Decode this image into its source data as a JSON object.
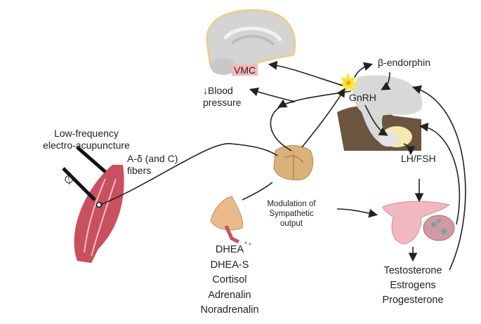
{
  "labels": {
    "vmc": "VMC",
    "blood_pressure": [
      "↓Blood",
      "pressure"
    ],
    "beta_endorphin": "β-endorphin",
    "gnrh": "GnRH",
    "lh_fsh": "LH/FSH",
    "stimulus": [
      "Low-frequency",
      "electro-acupuncture"
    ],
    "fibers": [
      "A-δ (and C)",
      "fibers"
    ],
    "modulation": [
      "Modulation of",
      "Sympathetic",
      "output"
    ],
    "adrenal_hormones": [
      "DHEA",
      "DHEA-S",
      "Cortisol",
      "Adrenalin",
      "Noradrenalin"
    ],
    "ovarian_hormones": [
      "Testosterone",
      "Estrogens",
      "Progesterone"
    ],
    "electrode_symbol": "∅"
  },
  "colors": {
    "muscle": "#c9505e",
    "brain": "#cfcfcf",
    "spinal_cord": "#d9b27a",
    "hypothalamus_dark": "#6b5440",
    "vmc_highlight": "#f5b8b8",
    "star": "#ffe23a",
    "uterus": "#f0b8c0"
  }
}
